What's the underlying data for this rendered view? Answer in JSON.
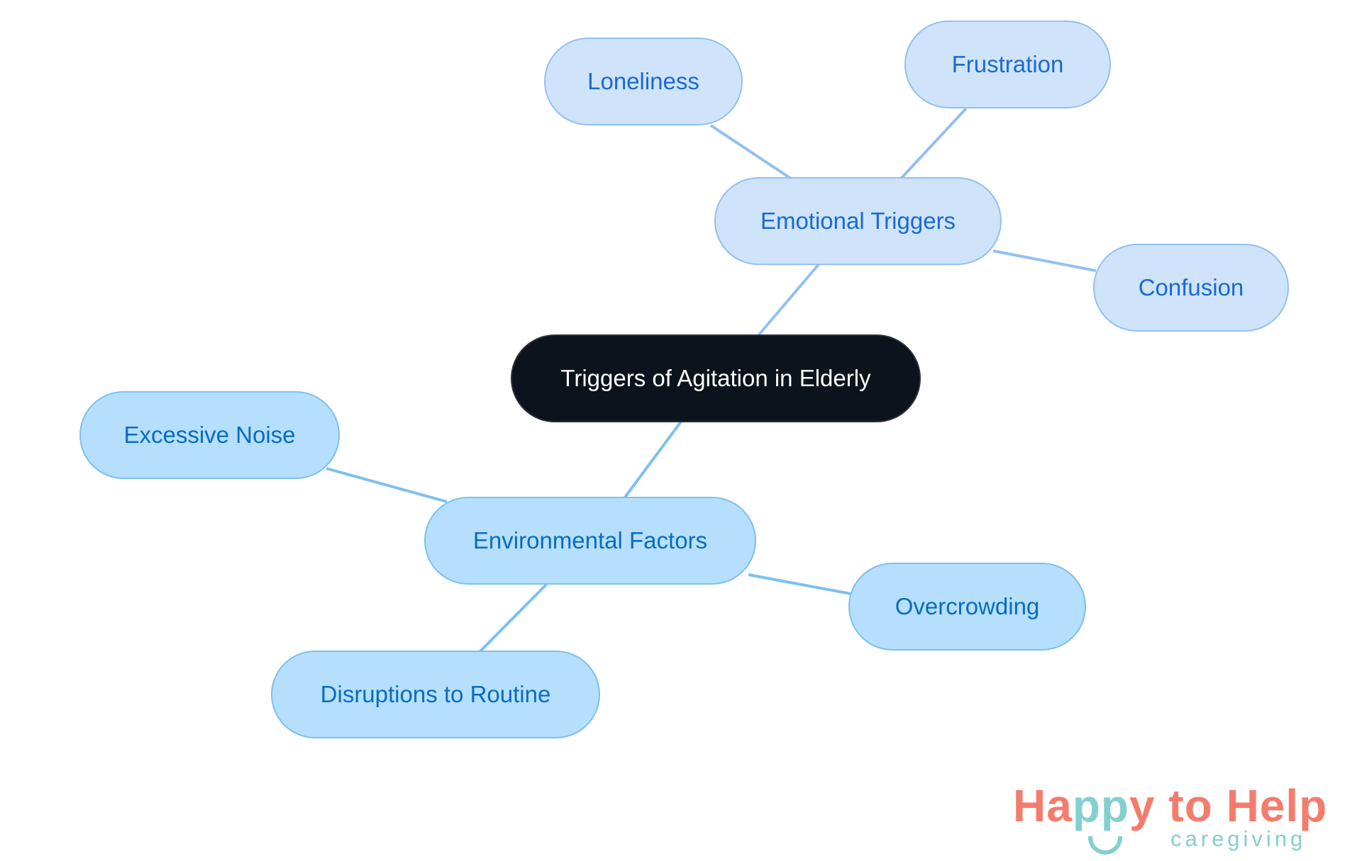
{
  "root": {
    "label": "Triggers of Agitation in Elderly"
  },
  "branches": [
    {
      "label": "Emotional Triggers",
      "children": [
        "Loneliness",
        "Frustration",
        "Confusion"
      ]
    },
    {
      "label": "Environmental Factors",
      "children": [
        "Excessive Noise",
        "Overcrowding",
        "Disruptions to Routine"
      ]
    }
  ],
  "logo": {
    "text": "Happy to Help",
    "tagline": "caregiving"
  },
  "colors": {
    "root_fill": "#0d131c",
    "emotional_fill": "#cfe3fb",
    "emotional_edge": "#93c0f0",
    "environmental_fill": "#b5dffc",
    "environmental_edge": "#7cc0f0",
    "logo_coral": "#f47c6c",
    "logo_teal": "#84cfcf"
  }
}
